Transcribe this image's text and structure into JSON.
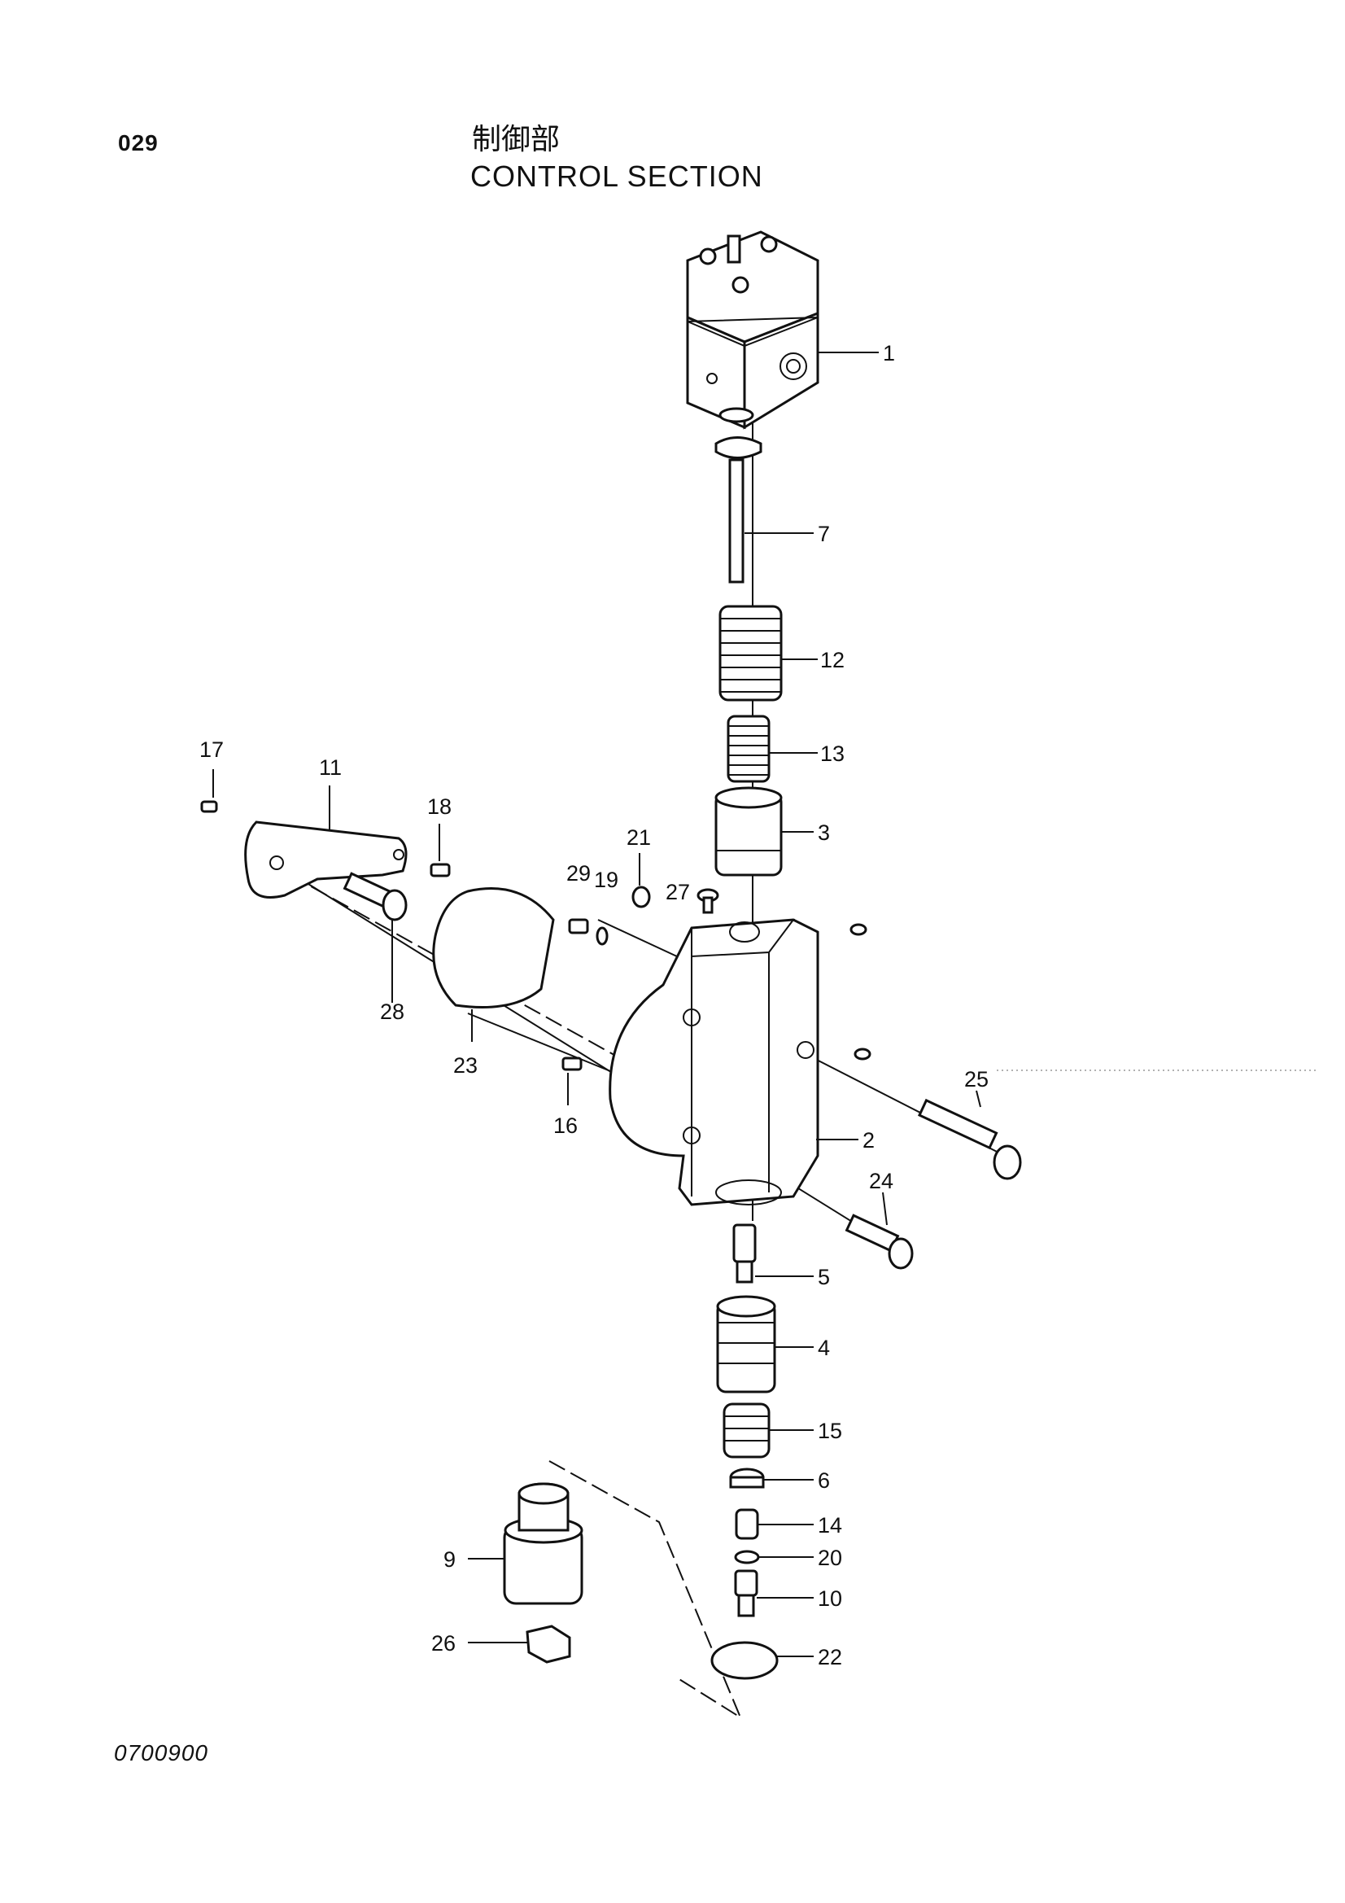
{
  "header": {
    "page_number": "029",
    "title_jp": "制御部",
    "title_en": "CONTROL  SECTION"
  },
  "footer": {
    "doc_code": "0700900"
  },
  "callouts": [
    "1",
    "7",
    "12",
    "13",
    "3",
    "17",
    "11",
    "18",
    "21",
    "29",
    "19",
    "27",
    "28",
    "23",
    "16",
    "25",
    "2",
    "24",
    "5",
    "4",
    "15",
    "6",
    "9",
    "14",
    "20",
    "10",
    "26",
    "22"
  ]
}
